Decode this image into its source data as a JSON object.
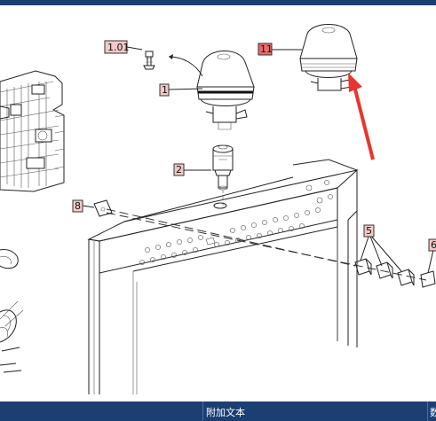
{
  "callouts": {
    "c101": "1.01",
    "c1": "1",
    "c11": "11",
    "c2": "2",
    "c8": "8",
    "c5": "5",
    "c6": "6"
  },
  "footer": {
    "col2_label": "附加文本",
    "col3_label_fragment": "数"
  },
  "colors": {
    "header_bar": "#1b3f73",
    "callout_fill": "#f3c8c8",
    "callout_highlight": "#e86a6a",
    "arrow": "#e8352f"
  }
}
